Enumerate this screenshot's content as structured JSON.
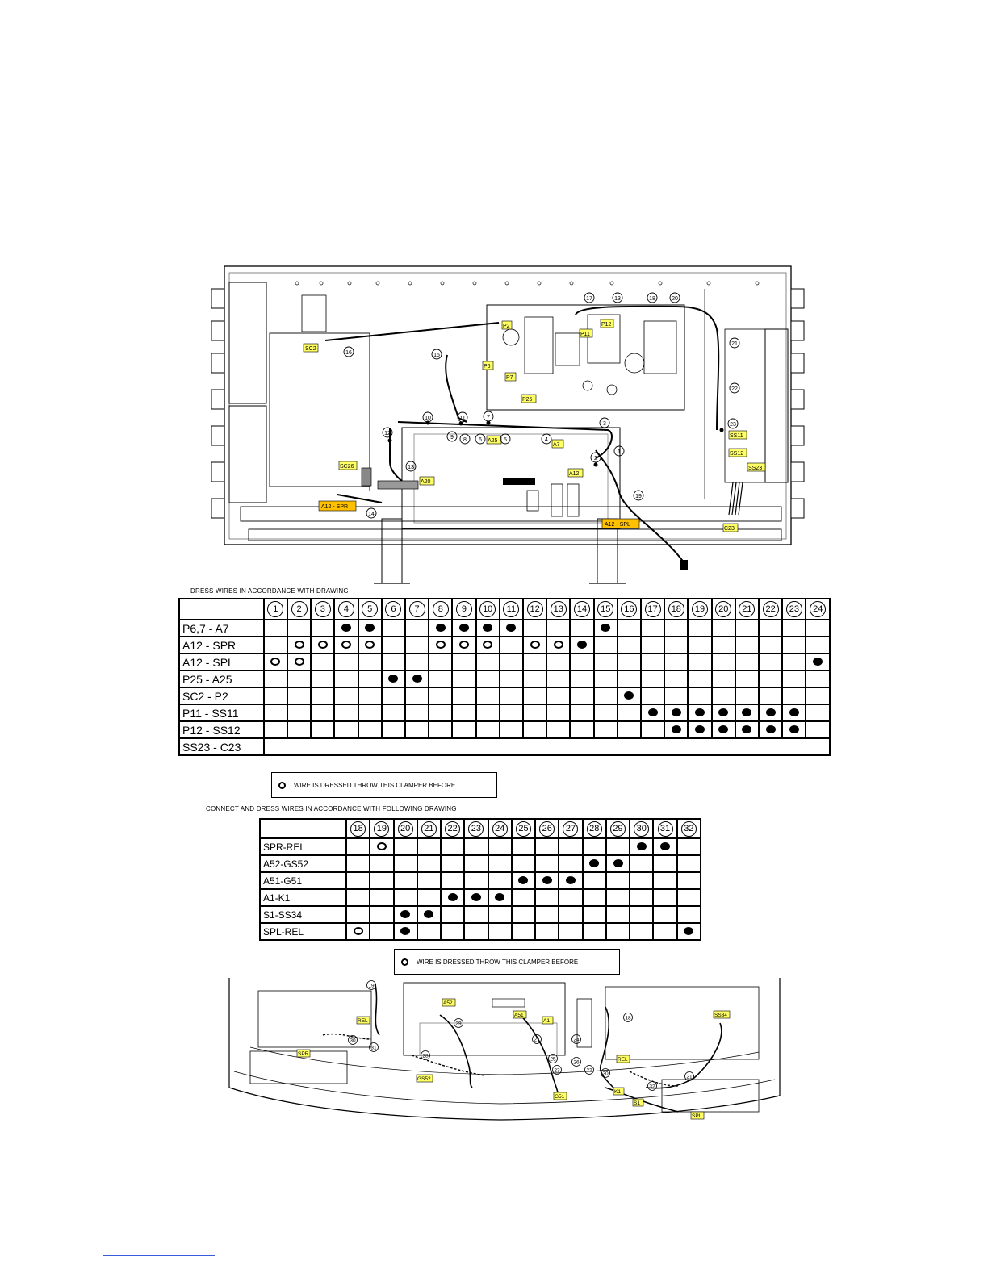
{
  "top_drawing": {
    "tags": [
      "SC2",
      "P2",
      "P11",
      "P12",
      "P6",
      "P7",
      "P25",
      "A25",
      "A7",
      "A12",
      "SS11",
      "SS12",
      "SS23",
      "C23",
      "SC26",
      "A20",
      "A12 - SPR",
      "A12 - SPL"
    ],
    "callouts": [
      "17",
      "13",
      "18",
      "20",
      "16",
      "15",
      "21",
      "22",
      "23",
      "10",
      "11",
      "7",
      "3",
      "12",
      "9",
      "8",
      "6",
      "5",
      "4",
      "2",
      "1",
      "13",
      "19",
      "14"
    ]
  },
  "table1": {
    "caption": "DRESS WIRES IN ACCORDANCE WITH DRAWING",
    "columns": [
      "1",
      "2",
      "3",
      "4",
      "5",
      "6",
      "7",
      "8",
      "9",
      "10",
      "11",
      "12",
      "13",
      "14",
      "15",
      "16",
      "17",
      "18",
      "19",
      "20",
      "21",
      "22",
      "23",
      "24"
    ],
    "rows": [
      {
        "label": "P6,7 - A7",
        "filled": [
          4,
          5,
          8,
          9,
          10,
          11,
          15
        ],
        "open": []
      },
      {
        "label": "A12 - SPR",
        "filled": [
          14
        ],
        "open": [
          2,
          3,
          4,
          5,
          8,
          9,
          10,
          12,
          13
        ]
      },
      {
        "label": "A12 - SPL",
        "filled": [
          24
        ],
        "open": [
          1,
          2
        ]
      },
      {
        "label": "P25 - A25",
        "filled": [
          6,
          7
        ],
        "open": []
      },
      {
        "label": "SC2 - P2",
        "filled": [
          16
        ],
        "open": []
      },
      {
        "label": "P11 - SS11",
        "filled": [
          17,
          18,
          19,
          20,
          21,
          22,
          23
        ],
        "open": []
      },
      {
        "label": "P12 - SS12",
        "filled": [
          18,
          19,
          20,
          21,
          22,
          23
        ],
        "open": []
      },
      {
        "label": "SS23 - C23",
        "filled": [],
        "open": []
      }
    ]
  },
  "legend1": {
    "text": "WIRE IS DRESSED THROW THIS CLAMPER BEFORE"
  },
  "table2": {
    "caption": "CONNECT AND DRESS WIRES IN ACCORDANCE WITH FOLLOWING DRAWING",
    "columns": [
      "18",
      "19",
      "20",
      "21",
      "22",
      "23",
      "24",
      "25",
      "26",
      "27",
      "28",
      "29",
      "30",
      "31",
      "32"
    ],
    "rows": [
      {
        "label": "SPR-REL",
        "filled": [
          30,
          31
        ],
        "open": [
          19
        ]
      },
      {
        "label": "A52-GS52",
        "filled": [
          28,
          29
        ],
        "open": []
      },
      {
        "label": "A51-G51",
        "filled": [
          25,
          26,
          27
        ],
        "open": []
      },
      {
        "label": "A1-K1",
        "filled": [
          22,
          23,
          24
        ],
        "open": []
      },
      {
        "label": "S1-SS34",
        "filled": [
          20,
          21
        ],
        "open": []
      },
      {
        "label": "SPL-REL",
        "filled": [
          20,
          32
        ],
        "open": [
          18
        ]
      }
    ]
  },
  "legend2": {
    "text": "WIRE IS DRESSED THROW THIS CLAMPER BEFORE"
  },
  "bottom_drawing": {
    "tags": [
      "REL",
      "SPR",
      "A52",
      "A51",
      "A1",
      "GS52",
      "G51",
      "REL",
      "K1",
      "S1",
      "SS34",
      "SPL"
    ],
    "callouts": [
      "19",
      "30",
      "31",
      "29",
      "28",
      "27",
      "25",
      "24",
      "26",
      "23",
      "22",
      "20",
      "21",
      "32",
      "18"
    ]
  }
}
